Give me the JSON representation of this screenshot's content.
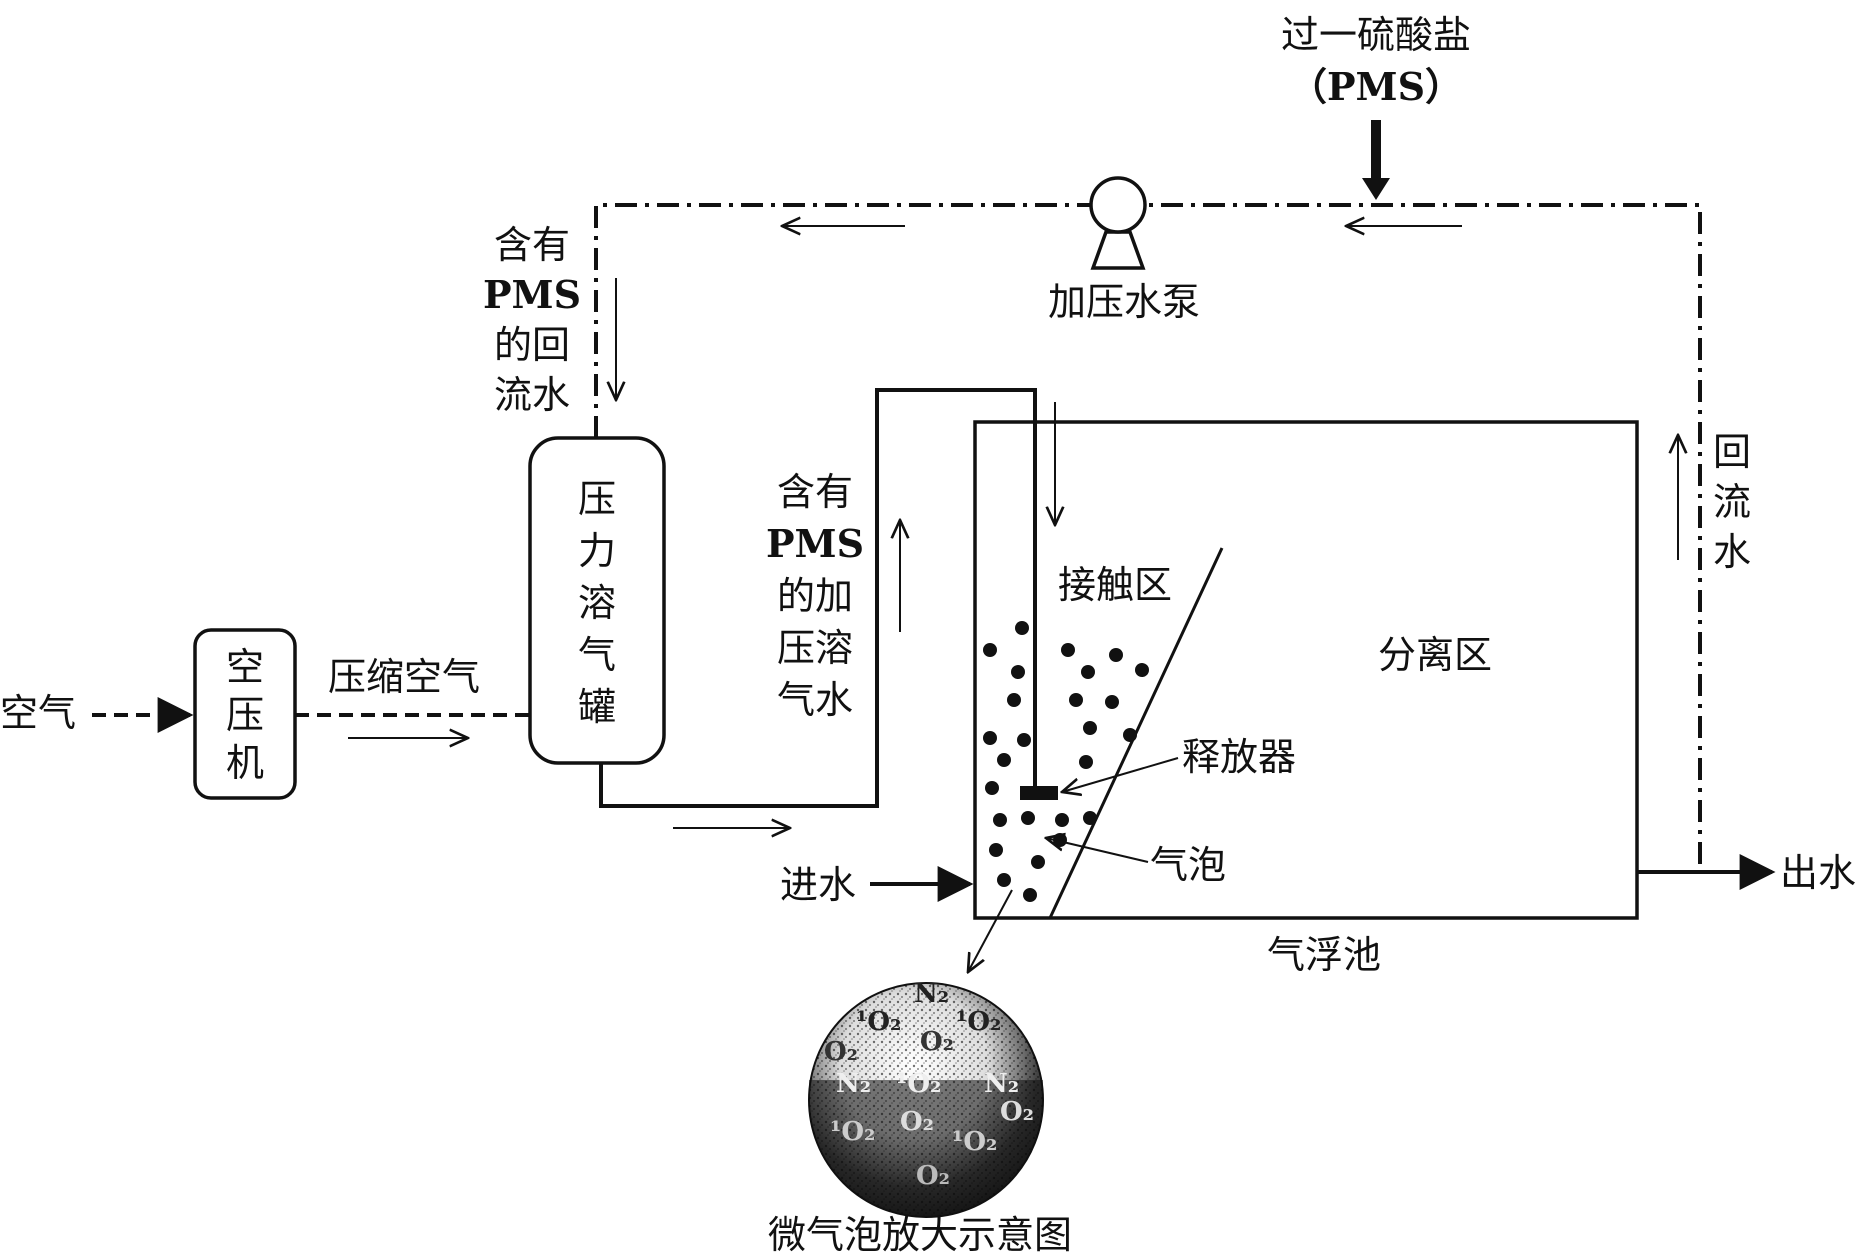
{
  "labels": {
    "air": "空气",
    "compressor": [
      "空",
      "压",
      "机"
    ],
    "compressed_air": "压缩空气",
    "tank": [
      "压",
      "力",
      "溶",
      "气",
      "罐"
    ],
    "recycle_top": [
      "含有",
      "PMS",
      "的回",
      "流水"
    ],
    "pressurized_water": [
      "含有",
      "PMS",
      "的加",
      "压溶",
      "气水"
    ],
    "pms_title": "过一硫酸盐",
    "pms_abbr": "（PMS）",
    "pump": "加压水泵",
    "contact_zone": "接触区",
    "separation_zone": "分离区",
    "releaser": "释放器",
    "bubble": "气泡",
    "inlet": "进水",
    "outlet": "出水",
    "recycle_right": [
      "回",
      "流",
      "水"
    ],
    "flotation_tank": "气浮池",
    "magnified_caption": "微气泡放大示意图"
  },
  "magnified_molecules": [
    "¹O₂",
    "N₂",
    "¹O₂",
    "O₂",
    "O₂",
    "¹O₂",
    "N₂",
    "N₂",
    "O₂",
    "O₂",
    "¹O₂",
    "¹O₂",
    "O₂"
  ],
  "colors": {
    "line": "#111111",
    "background": "#ffffff"
  }
}
